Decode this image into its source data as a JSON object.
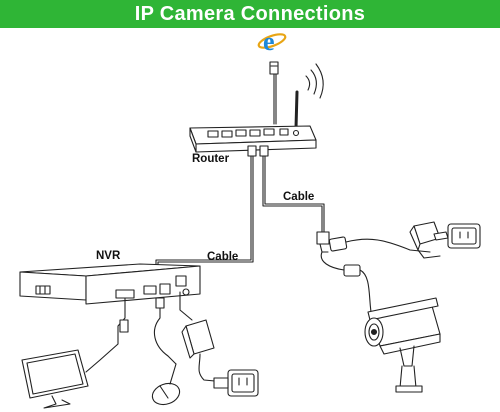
{
  "banner": {
    "title": "IP Camera Connections",
    "color": "#2fb536"
  },
  "labels": {
    "router": "Router",
    "nvr": "NVR",
    "cable_top": "Cable",
    "cable_left": "Cable"
  },
  "icons": [
    "internet-explorer-icon",
    "router",
    "nvr",
    "monitor",
    "mouse",
    "power-adapter",
    "wall-outlet",
    "bullet-camera",
    "camera-power-adapter",
    "wall-outlet"
  ]
}
